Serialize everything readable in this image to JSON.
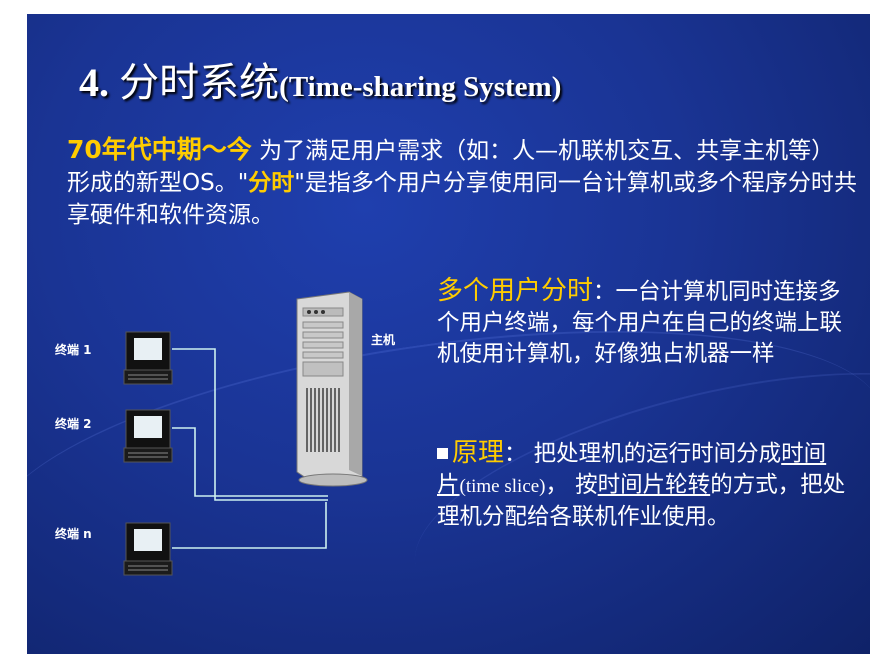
{
  "title": {
    "number": "4.",
    "chinese": "分时系统",
    "english": "(Time-sharing System)"
  },
  "intro": {
    "lead": "70年代中期～今",
    "text1": " 为了满足用户需求（如：人—机联机交互、共享主机等）形成的新型OS。\"",
    "highlight": "分时",
    "text2": "\"是指多个用户分享使用同一台计算机或多个程序分时共享硬件和软件资源。"
  },
  "panel1": {
    "heading": "多个用户分时",
    "text": "：一台计算机同时连接多个用户终端，每个用户在自己的终端上联机使用计算机，好像独占机器一样"
  },
  "panel2": {
    "heading": "原理",
    "text_a": "： 把处理机的运行时间分成",
    "term1": "时间片",
    "text_en": "(time slice)",
    "text_b": "， 按",
    "term2": "时间片轮转",
    "text_c": "的方式，把处理机分配给各联机作业使用。"
  },
  "diagram": {
    "terminal1": "终端 1",
    "terminal2": "终端 2",
    "terminal3": "终端 n",
    "host": "主机"
  },
  "colors": {
    "background": "#1a3494",
    "highlight": "#ffcc00",
    "text": "#ffffff",
    "wire": "#ccf0f0"
  }
}
